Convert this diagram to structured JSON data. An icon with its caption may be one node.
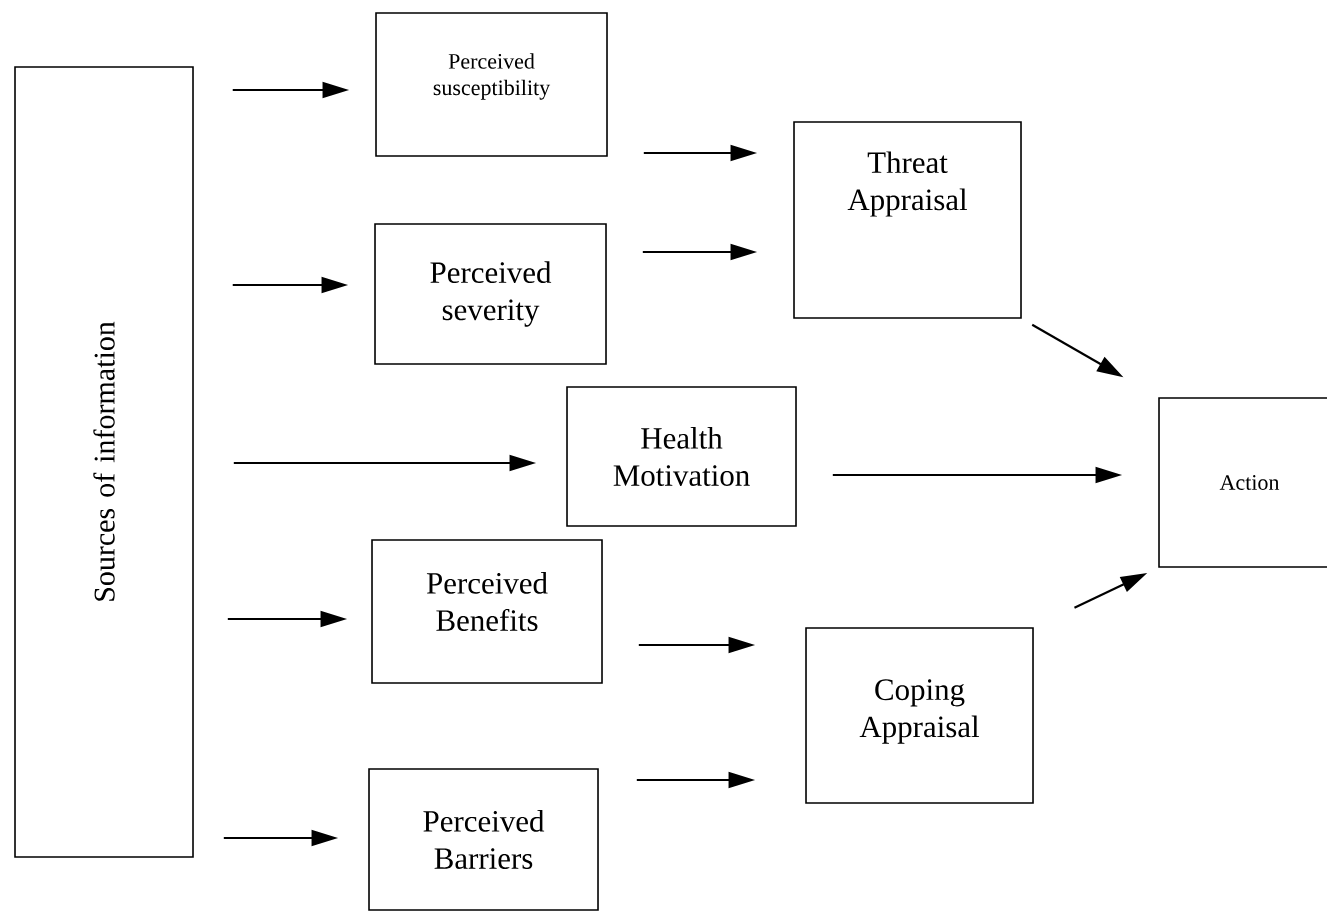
{
  "diagram": {
    "nodes": [
      {
        "text": [
          "Sources of information"
        ]
      },
      {
        "text": [
          "Perceived susceptibility"
        ]
      },
      {
        "text": [
          "Perceived severity"
        ]
      },
      {
        "text": [
          "Health Motivation"
        ]
      },
      {
        "text": [
          "Perceived Benefits"
        ]
      },
      {
        "text": [
          "Perceived Barriers"
        ]
      },
      {
        "text": [
          "Threat Appraisal"
        ]
      },
      {
        "text": [
          "Coping Appraisal"
        ]
      },
      {
        "text": [
          "Action"
        ]
      }
    ],
    "edges": [
      {
        "from": 0,
        "to": 1,
        "arrow": "to"
      },
      {
        "from": 0,
        "to": 2,
        "arrow": "to"
      },
      {
        "from": 0,
        "to": 3,
        "arrow": "to"
      },
      {
        "from": 0,
        "to": 4,
        "arrow": "to"
      },
      {
        "from": 0,
        "to": 5,
        "arrow": "to"
      },
      {
        "from": 1,
        "to": 6,
        "arrow": "to"
      },
      {
        "from": 2,
        "to": 6,
        "arrow": "to"
      },
      {
        "from": 4,
        "to": 7,
        "arrow": "to"
      },
      {
        "from": 5,
        "to": 7,
        "arrow": "to"
      },
      {
        "from": 3,
        "to": 8,
        "arrow": "to"
      },
      {
        "from": 6,
        "to": 8,
        "arrow": "to"
      },
      {
        "from": 7,
        "to": 8,
        "arrow": "to"
      }
    ]
  }
}
